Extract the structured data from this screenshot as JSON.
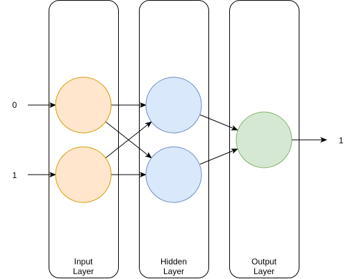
{
  "layers": {
    "input": {
      "label_line1": "Input",
      "label_line2": "Layer",
      "node_fill": "#ffe6cc",
      "node_stroke": "#d79b00"
    },
    "hidden": {
      "label_line1": "Hidden",
      "label_line2": "Layer",
      "node_fill": "#dae8fc",
      "node_stroke": "#6c8ebf"
    },
    "output": {
      "label_line1": "Output",
      "label_line2": "Layer",
      "node_fill": "#d5e8d4",
      "node_stroke": "#82b366"
    }
  },
  "inputs": {
    "first": "0",
    "second": "1"
  },
  "output_value": "1",
  "colors": {
    "container_stroke": "#000000",
    "edge": "#000000"
  }
}
